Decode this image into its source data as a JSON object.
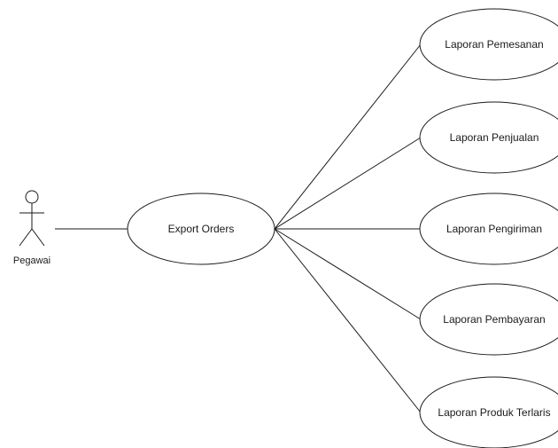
{
  "actor": {
    "label": "Pegawai",
    "icon": "actor-stick-figure-icon"
  },
  "main_use_case": {
    "label": "Export Orders"
  },
  "sub_use_cases": [
    {
      "label": "Laporan Pemesanan"
    },
    {
      "label": "Laporan Penjualan"
    },
    {
      "label": "Laporan Pengiriman"
    },
    {
      "label": "Laporan Pembayaran"
    },
    {
      "label": "Laporan Produk Terlaris"
    }
  ],
  "colors": {
    "stroke": "#1a1a1a",
    "background": "#ffffff"
  }
}
